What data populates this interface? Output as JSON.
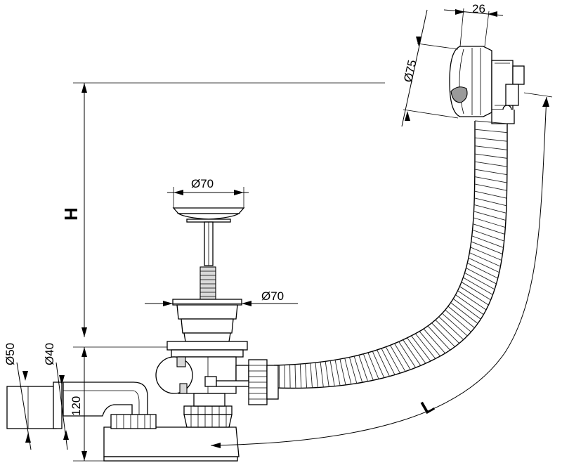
{
  "labels": {
    "overflow_width": "26",
    "overflow_diameter": "Ø75",
    "plug_diameter": "Ø70",
    "waste_diameter": "Ø70",
    "outlet_outer_diameter": "Ø50",
    "outlet_inner_diameter": "Ø40",
    "outlet_height": "120",
    "height_label": "H",
    "length_label": "L"
  }
}
